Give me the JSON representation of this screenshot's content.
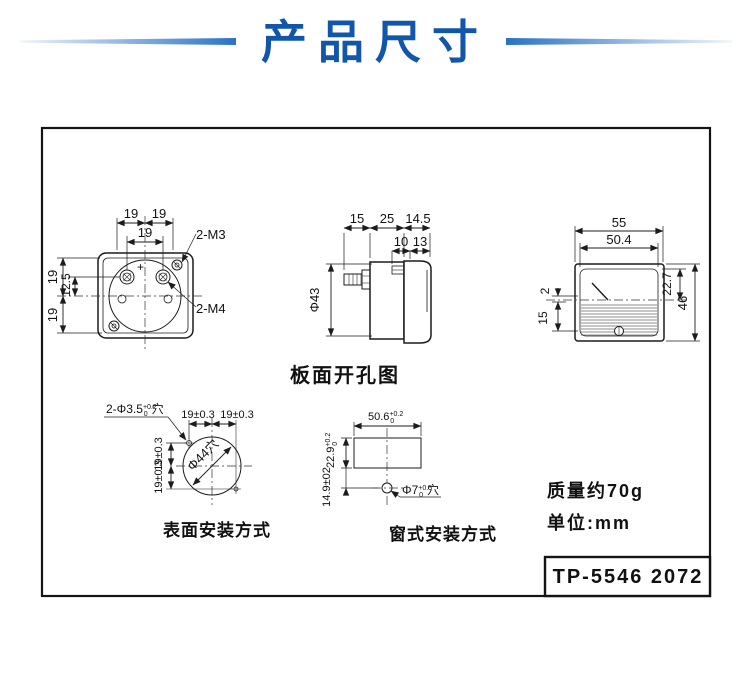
{
  "header": {
    "title": "产品尺寸"
  },
  "colors": {
    "accent_blue": "#1156ab",
    "line_color": "#1c1c1c"
  },
  "rear_view": {
    "dim_top_left": "19",
    "dim_top_right": "19",
    "dim_terminals": "19",
    "label_corner_screws": "2-M3",
    "label_terminal_screws": "2-M4",
    "dim_left_upper": "19",
    "dim_left_mid": "12.5",
    "dim_left_lower": "19",
    "polarity_plus": "+"
  },
  "side_view": {
    "dim_stud": "15",
    "dim_body": "25",
    "dim_bezel": "14.5",
    "dim_clamp": "10",
    "dim_front": "13",
    "dim_diameter": "Φ43",
    "caption": "板面开孔图"
  },
  "front_view": {
    "dim_width_outer": "55",
    "dim_width_inner": "50.4",
    "dim_upper_right": "22.7",
    "dim_height": "46",
    "dim_left_small": "2",
    "dim_left_lower": "15"
  },
  "surface_mount": {
    "hole_label_main": "2-Φ3.5",
    "hole_label_tol_sup": "+0.2",
    "hole_label_tol_sub": "0",
    "hole_label_suffix": "穴",
    "dim_top_left": "19±0.3",
    "dim_top_right": "19±0.3",
    "dim_left_upper": "19±0.3",
    "dim_left_lower": "19±0.3",
    "cutout_label": "Φ44穴",
    "caption": "表面安装方式"
  },
  "window_mount": {
    "dim_width_main": "50.6",
    "dim_width_tol_sup": "+0.2",
    "dim_width_tol_sub": "0",
    "dim_height_main": "22.9",
    "dim_height_tol_sup": "+0.2",
    "dim_height_tol_sub": "0",
    "dim_hole_offset": "14.9±02",
    "hole_label_main": "Φ7",
    "hole_label_tol_sup": "+0.5",
    "hole_label_tol_sub": "0",
    "hole_label_suffix": "穴",
    "caption": "窗式安装方式"
  },
  "notes": {
    "weight": "质量约70g",
    "unit": "单位:mm"
  },
  "model_number": "TP-5546 2072"
}
